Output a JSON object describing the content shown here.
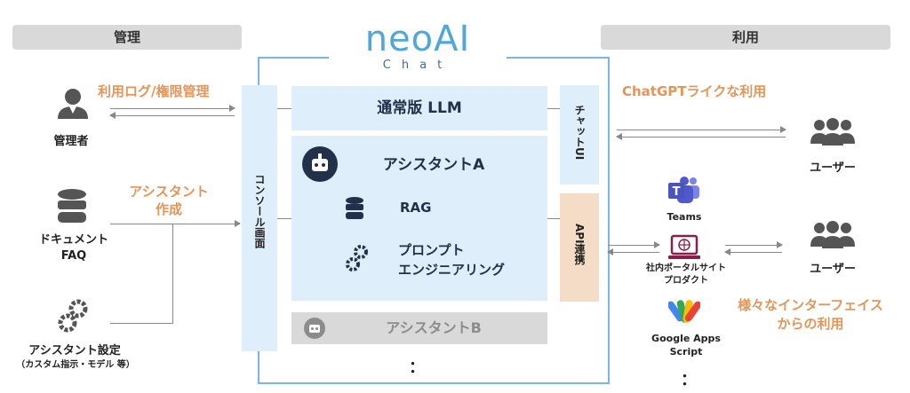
{
  "logo": {
    "brand": "neoAI",
    "sub": "Chat"
  },
  "left": {
    "header": "管理",
    "log_label": "利用ログ/権限管理",
    "admin": "管理者",
    "assistant_creation": "アシスタント\n作成",
    "doc_label": "ドキュメント\nFAQ",
    "settings_label": "アシスタント設定",
    "settings_sub": "（カスタム指示・モデル 等）"
  },
  "center": {
    "console": "コンソール画面",
    "llm": "通常版 LLM",
    "assistant_a": "アシスタントA",
    "rag": "RAG",
    "prompt_engineering": "プロンプト\nエンジニアリング",
    "assistant_b": "アシスタントB",
    "ellipsis": "：",
    "chat_ui": "チャットUI",
    "api": "API連携"
  },
  "right": {
    "header": "利用",
    "chatgpt_label": "ChatGPTライクな利用",
    "user1": "ユーザー",
    "user2": "ユーザー",
    "teams": "Teams",
    "portal": "社内ポータルサイト\nプロダクト",
    "gas": "Google Apps\nScript",
    "ellipsis": "：",
    "various": "様々なインターフェイス\nからの利用"
  }
}
